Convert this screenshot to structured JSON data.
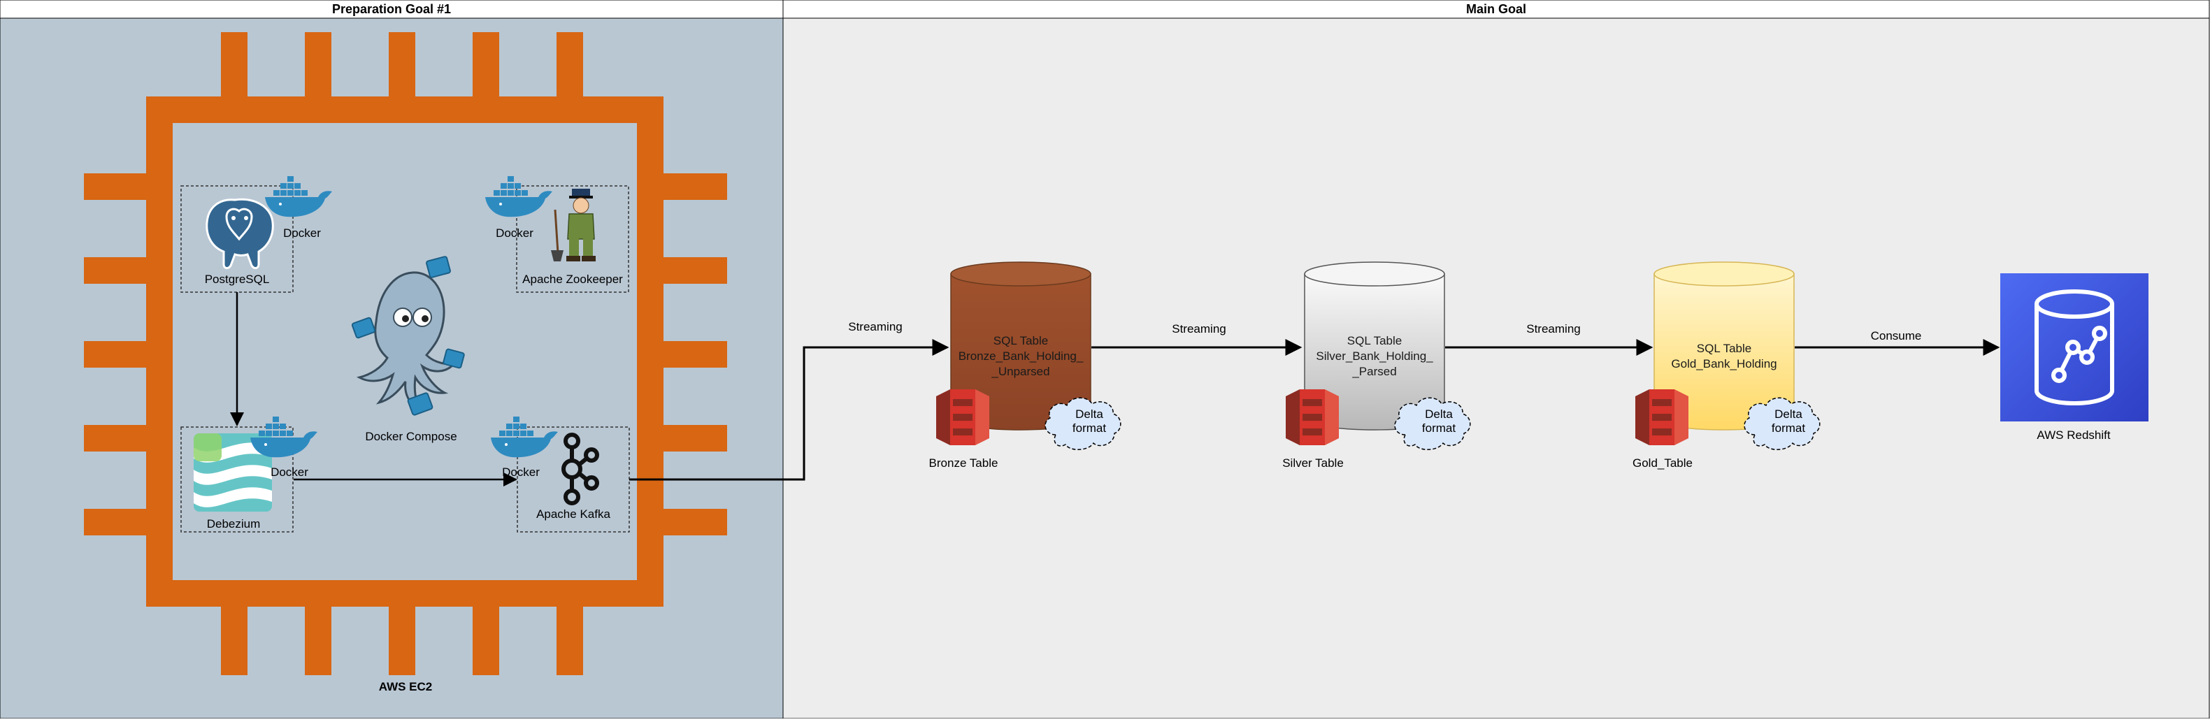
{
  "panels": {
    "left_title": "Preparation Goal #1",
    "right_title": "Main Goal"
  },
  "ec2": {
    "label": "AWS EC2"
  },
  "components": {
    "docker_label": "Docker",
    "postgres": "PostgreSQL",
    "zookeeper": "Apache Zookeeper",
    "docker_compose": "Docker Compose",
    "debezium": "Debezium",
    "kafka": "Apache Kafka"
  },
  "tables": {
    "bronze": {
      "line1": "SQL Table",
      "line2": "Bronze_Bank_Holding_",
      "line3": "_Unparsed",
      "caption": "Bronze Table",
      "delta_line1": "Delta",
      "delta_line2": "format"
    },
    "silver": {
      "line1": "SQL Table",
      "line2": "Silver_Bank_Holding_",
      "line3": "_Parsed",
      "caption": "Silver Table",
      "delta_line1": "Delta",
      "delta_line2": "format"
    },
    "gold": {
      "line1": "SQL Table",
      "line2": "Gold_Bank_Holding",
      "caption": "Gold_Table",
      "delta_line1": "Delta",
      "delta_line2": "format"
    }
  },
  "edges": {
    "kafka_to_bronze": "Streaming",
    "bronze_to_silver": "Streaming",
    "silver_to_gold": "Streaming",
    "gold_to_redshift": "Consume"
  },
  "redshift": {
    "label": "AWS Redshift"
  },
  "colors": {
    "ec2_orange": "#D86613",
    "left_panel": "#B9C7D3",
    "right_panel": "#EDEDED",
    "bronze": "#A0522D",
    "silver": "#C9C9C9",
    "gold": "#FFE38C",
    "s3_red": "#D6342C",
    "cloud_blue": "#DAE8FC",
    "redshift_blue": "#3F55E0",
    "docker_blue": "#2E8BC0"
  }
}
